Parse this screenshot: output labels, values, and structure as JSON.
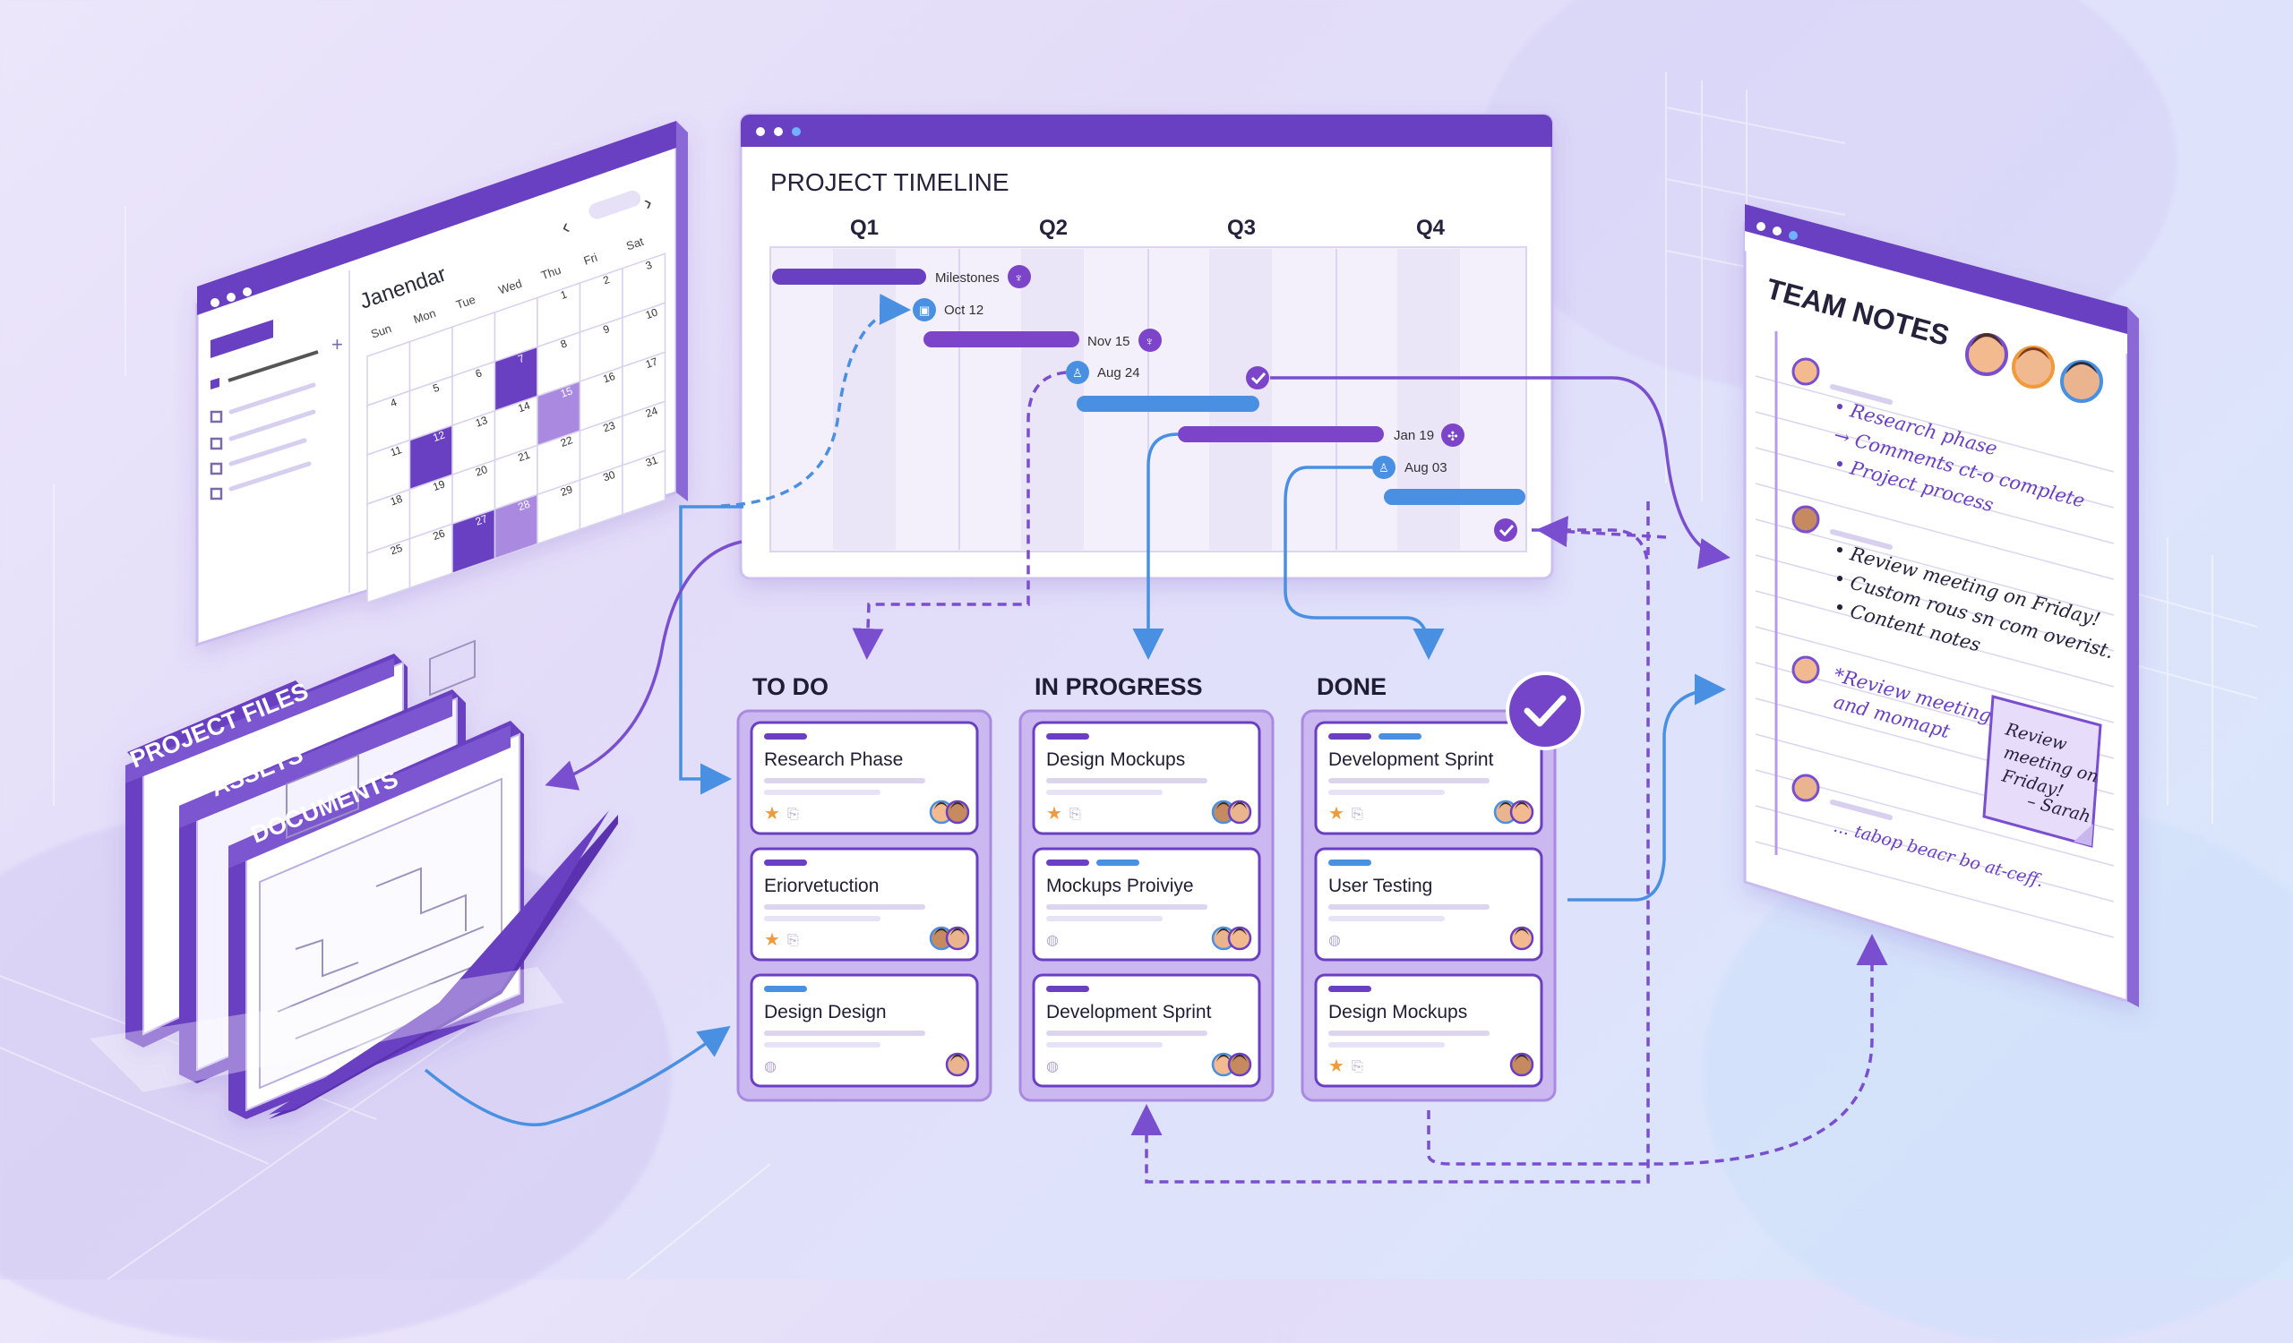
{
  "timeline": {
    "title": "PROJECT TIMELINE",
    "quarters": [
      "Q1",
      "Q2",
      "Q3",
      "Q4"
    ],
    "labels": {
      "milestones": "Milestones",
      "oct12": "Oct 12",
      "nov15": "Nov 15",
      "aug24": "Aug 24",
      "jan19": "Jan 19",
      "aug03": "Aug 03"
    }
  },
  "calendar": {
    "title": "Janendar",
    "weekdays": [
      "Sun",
      "Mon",
      "Tue",
      "Wed",
      "Thu",
      "Fri",
      "Sat"
    ],
    "rows": [
      [
        "",
        "",
        "",
        "",
        "1",
        "2",
        "3"
      ],
      [
        "4",
        "5",
        "6",
        "7",
        "8",
        "9",
        "10"
      ],
      [
        "11",
        "12",
        "13",
        "14",
        "15",
        "16",
        "17"
      ],
      [
        "18",
        "19",
        "20",
        "21",
        "22",
        "23",
        "24"
      ],
      [
        "25",
        "26",
        "27",
        "28",
        "29",
        "30",
        "31"
      ]
    ],
    "highlighted": [
      "7",
      "12",
      "15",
      "27",
      "28"
    ]
  },
  "folders": {
    "labels": [
      "PROJECT FILES",
      "ASSETS",
      "DOCUMENTS"
    ]
  },
  "kanban": {
    "columns": [
      {
        "title": "TO DO",
        "cards": [
          {
            "title": "Research Phase"
          },
          {
            "title": "Eriorvetuction"
          },
          {
            "title": "Design Design"
          }
        ]
      },
      {
        "title": "IN PROGRESS",
        "cards": [
          {
            "title": "Design Mockups"
          },
          {
            "title": "Mockups Proiviye"
          },
          {
            "title": "Development Sprint"
          }
        ]
      },
      {
        "title": "DONE",
        "cards": [
          {
            "title": "Development Sprint"
          },
          {
            "title": "User Testing"
          },
          {
            "title": "Design Mockups"
          }
        ]
      }
    ]
  },
  "notes": {
    "title": "TEAM NOTES",
    "entries": [
      "• Research phase",
      "→ Comments ct-o complete",
      "• Project process",
      "• Review meeting on Friday!",
      "• Custom rous sn com overist.",
      "• Content notes",
      "*Review meeting",
      "and momapt",
      "... tabop beacr bo at-ceff."
    ],
    "sticky": [
      "Review",
      "meeting on",
      "Friday!",
      "– Sarah"
    ]
  },
  "colors": {
    "purple": "#6a3fc2",
    "purple_light": "#b9a3e6",
    "blue": "#4a90e2",
    "star": "#f09a3e"
  }
}
